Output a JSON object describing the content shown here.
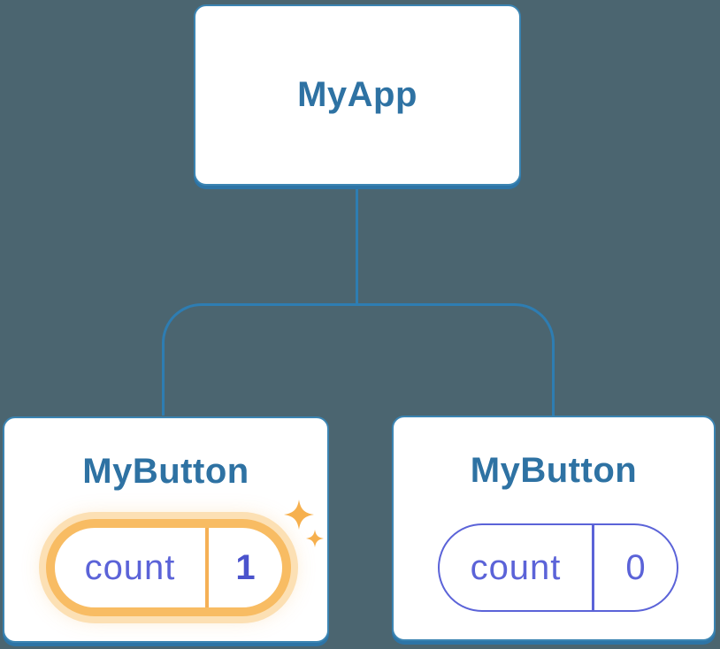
{
  "diagram": {
    "root": {
      "label": "MyApp"
    },
    "children": [
      {
        "label": "MyButton",
        "highlighted": true,
        "state": {
          "key": "count",
          "value": "1"
        }
      },
      {
        "label": "MyButton",
        "highlighted": false,
        "state": {
          "key": "count",
          "value": "0"
        }
      }
    ],
    "colors": {
      "background": "#4B6570",
      "card_border": "#3B84B2",
      "card_shadow": "#2D74A6",
      "connector": "#2E7DB2",
      "title_text": "#2E72A3",
      "state_text": "#5B63D8",
      "state_value_bold": "#4A53CC",
      "highlight_ring": "#F8BC63",
      "highlight_halo": "#FCE0B4",
      "sparkle": "#F6B04E"
    }
  }
}
